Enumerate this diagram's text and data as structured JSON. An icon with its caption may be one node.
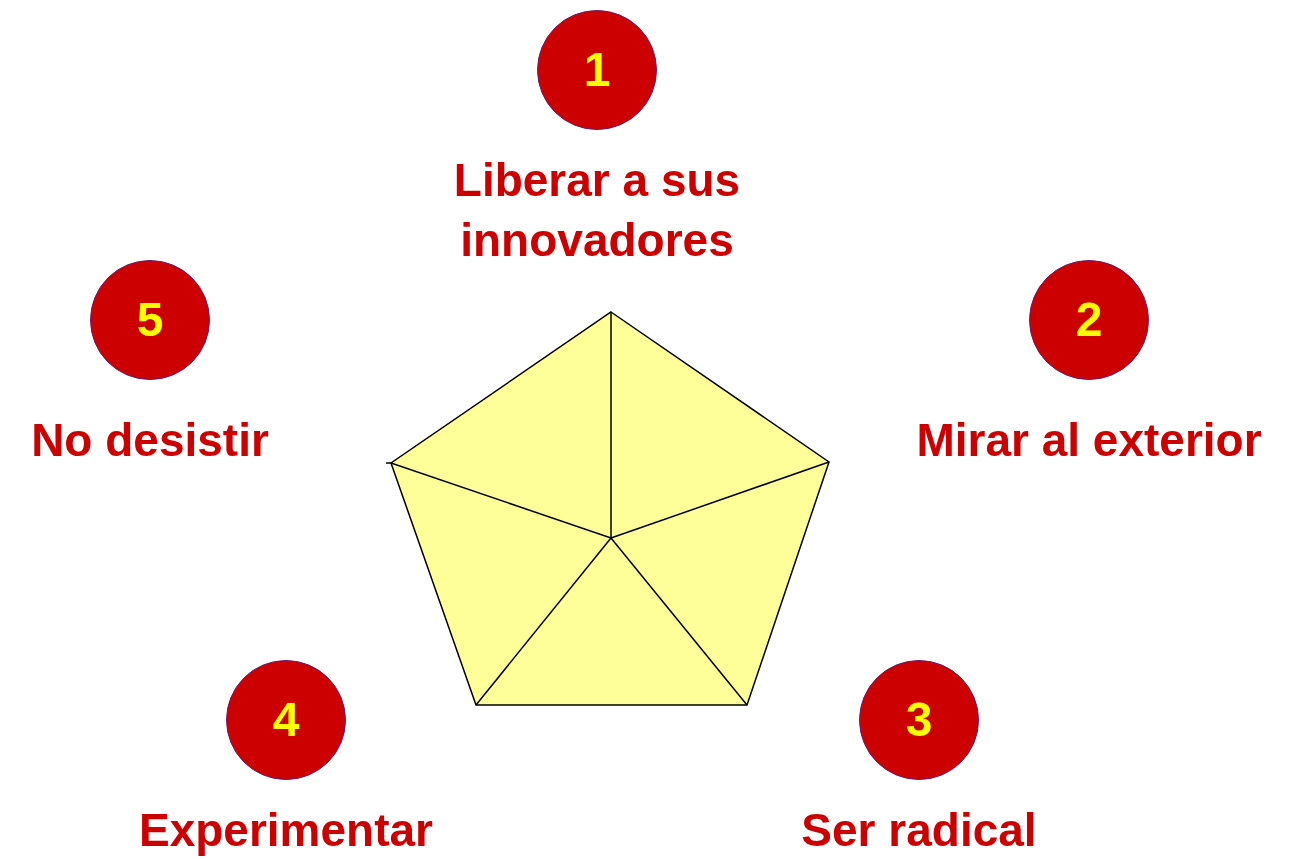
{
  "diagram": {
    "nodes": [
      {
        "text": [
          "1"
        ],
        "beside": [
          "Liberar a sus innovadores"
        ]
      },
      {
        "text": [
          "2"
        ],
        "beside": [
          "Mirar al exterior"
        ]
      },
      {
        "text": [
          "3"
        ],
        "beside": [
          "Ser radical"
        ]
      },
      {
        "text": [
          "4"
        ],
        "beside": [
          "Experimentar"
        ]
      },
      {
        "text": [
          "5"
        ],
        "beside": [
          "No desistir"
        ]
      }
    ]
  }
}
